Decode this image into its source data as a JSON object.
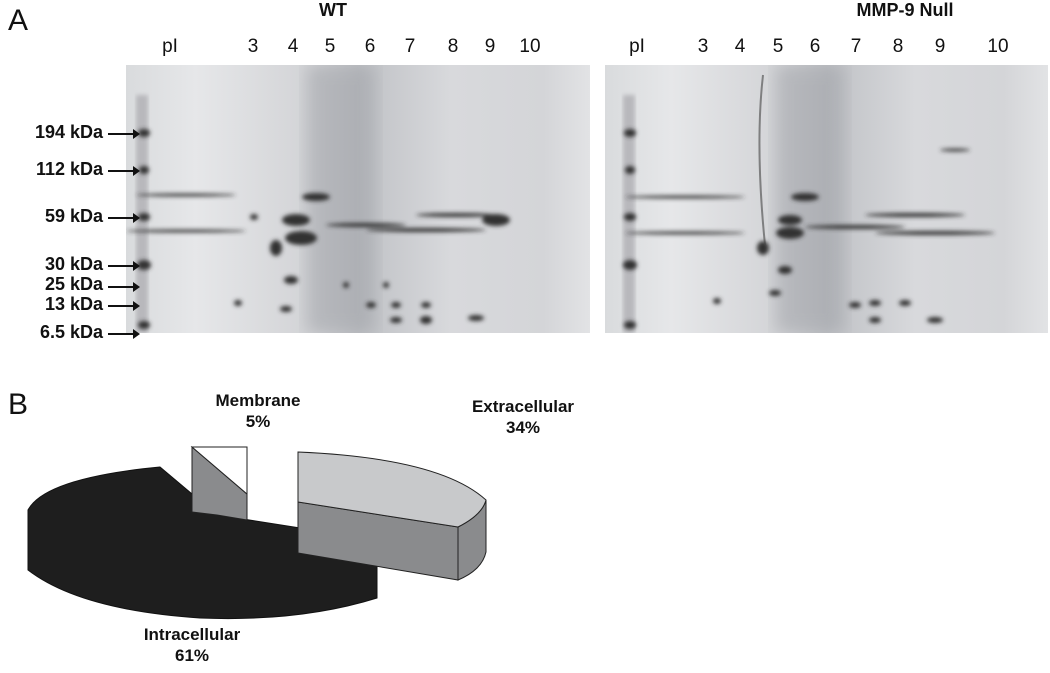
{
  "panel_a": {
    "label": "A",
    "gels": [
      {
        "title": "WT",
        "pi_label": "pI",
        "pi_ticks": [
          "3",
          "4",
          "5",
          "6",
          "7",
          "8",
          "9",
          "10"
        ]
      },
      {
        "title": "MMP-9 Null",
        "pi_label": "pI",
        "pi_ticks": [
          "3",
          "4",
          "5",
          "6",
          "7",
          "8",
          "9",
          "10"
        ]
      }
    ],
    "markers": [
      "194 kDa",
      "112 kDa",
      "59 kDa",
      "30 kDa",
      "25 kDa",
      "13 kDa",
      "6.5 kDa"
    ]
  },
  "panel_b": {
    "label": "B"
  },
  "chart_data": {
    "type": "pie",
    "style": "3d-exploded",
    "slices": [
      {
        "name": "Intracellular",
        "value": 61,
        "label": "61%",
        "color": "#1e1e1e"
      },
      {
        "name": "Membrane",
        "value": 5,
        "label": "5%",
        "color": "#ffffff"
      },
      {
        "name": "Extracellular",
        "value": 34,
        "label": "34%",
        "color": "#c8c9cb"
      }
    ],
    "side_color": "#8a8b8d"
  }
}
